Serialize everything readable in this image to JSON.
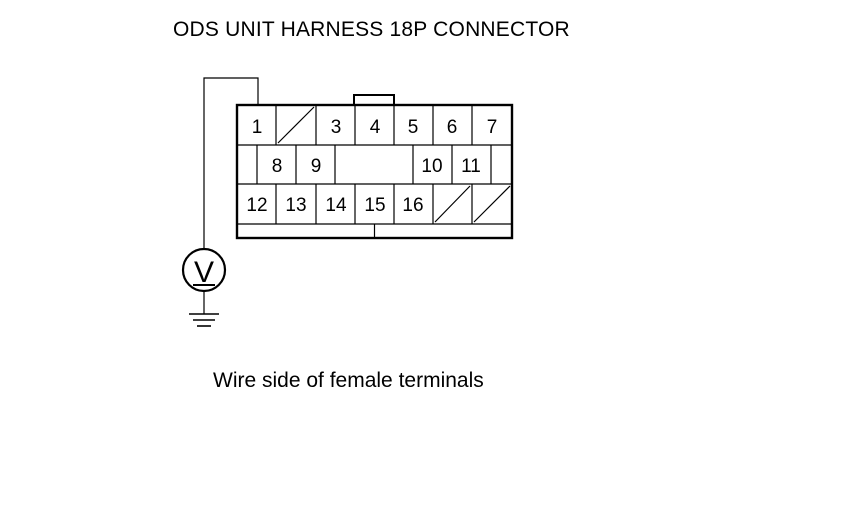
{
  "diagram": {
    "title": "ODS UNIT HARNESS 18P CONNECTOR",
    "caption": "Wire side of female terminals",
    "meter_symbol": "V",
    "connector": {
      "rows": [
        [
          {
            "label": "1",
            "blank": false
          },
          {
            "label": "",
            "blank": true
          },
          {
            "label": "3",
            "blank": false
          },
          {
            "label": "4",
            "blank": false
          },
          {
            "label": "5",
            "blank": false
          },
          {
            "label": "6",
            "blank": false
          },
          {
            "label": "7",
            "blank": false
          }
        ],
        [
          {
            "label": "8",
            "blank": false
          },
          {
            "label": "9",
            "blank": false
          },
          {
            "label": "10",
            "blank": false
          },
          {
            "label": "11",
            "blank": false
          }
        ],
        [
          {
            "label": "12",
            "blank": false
          },
          {
            "label": "13",
            "blank": false
          },
          {
            "label": "14",
            "blank": false
          },
          {
            "label": "15",
            "blank": false
          },
          {
            "label": "16",
            "blank": false
          },
          {
            "label": "",
            "blank": true
          },
          {
            "label": "",
            "blank": true
          }
        ]
      ]
    }
  }
}
